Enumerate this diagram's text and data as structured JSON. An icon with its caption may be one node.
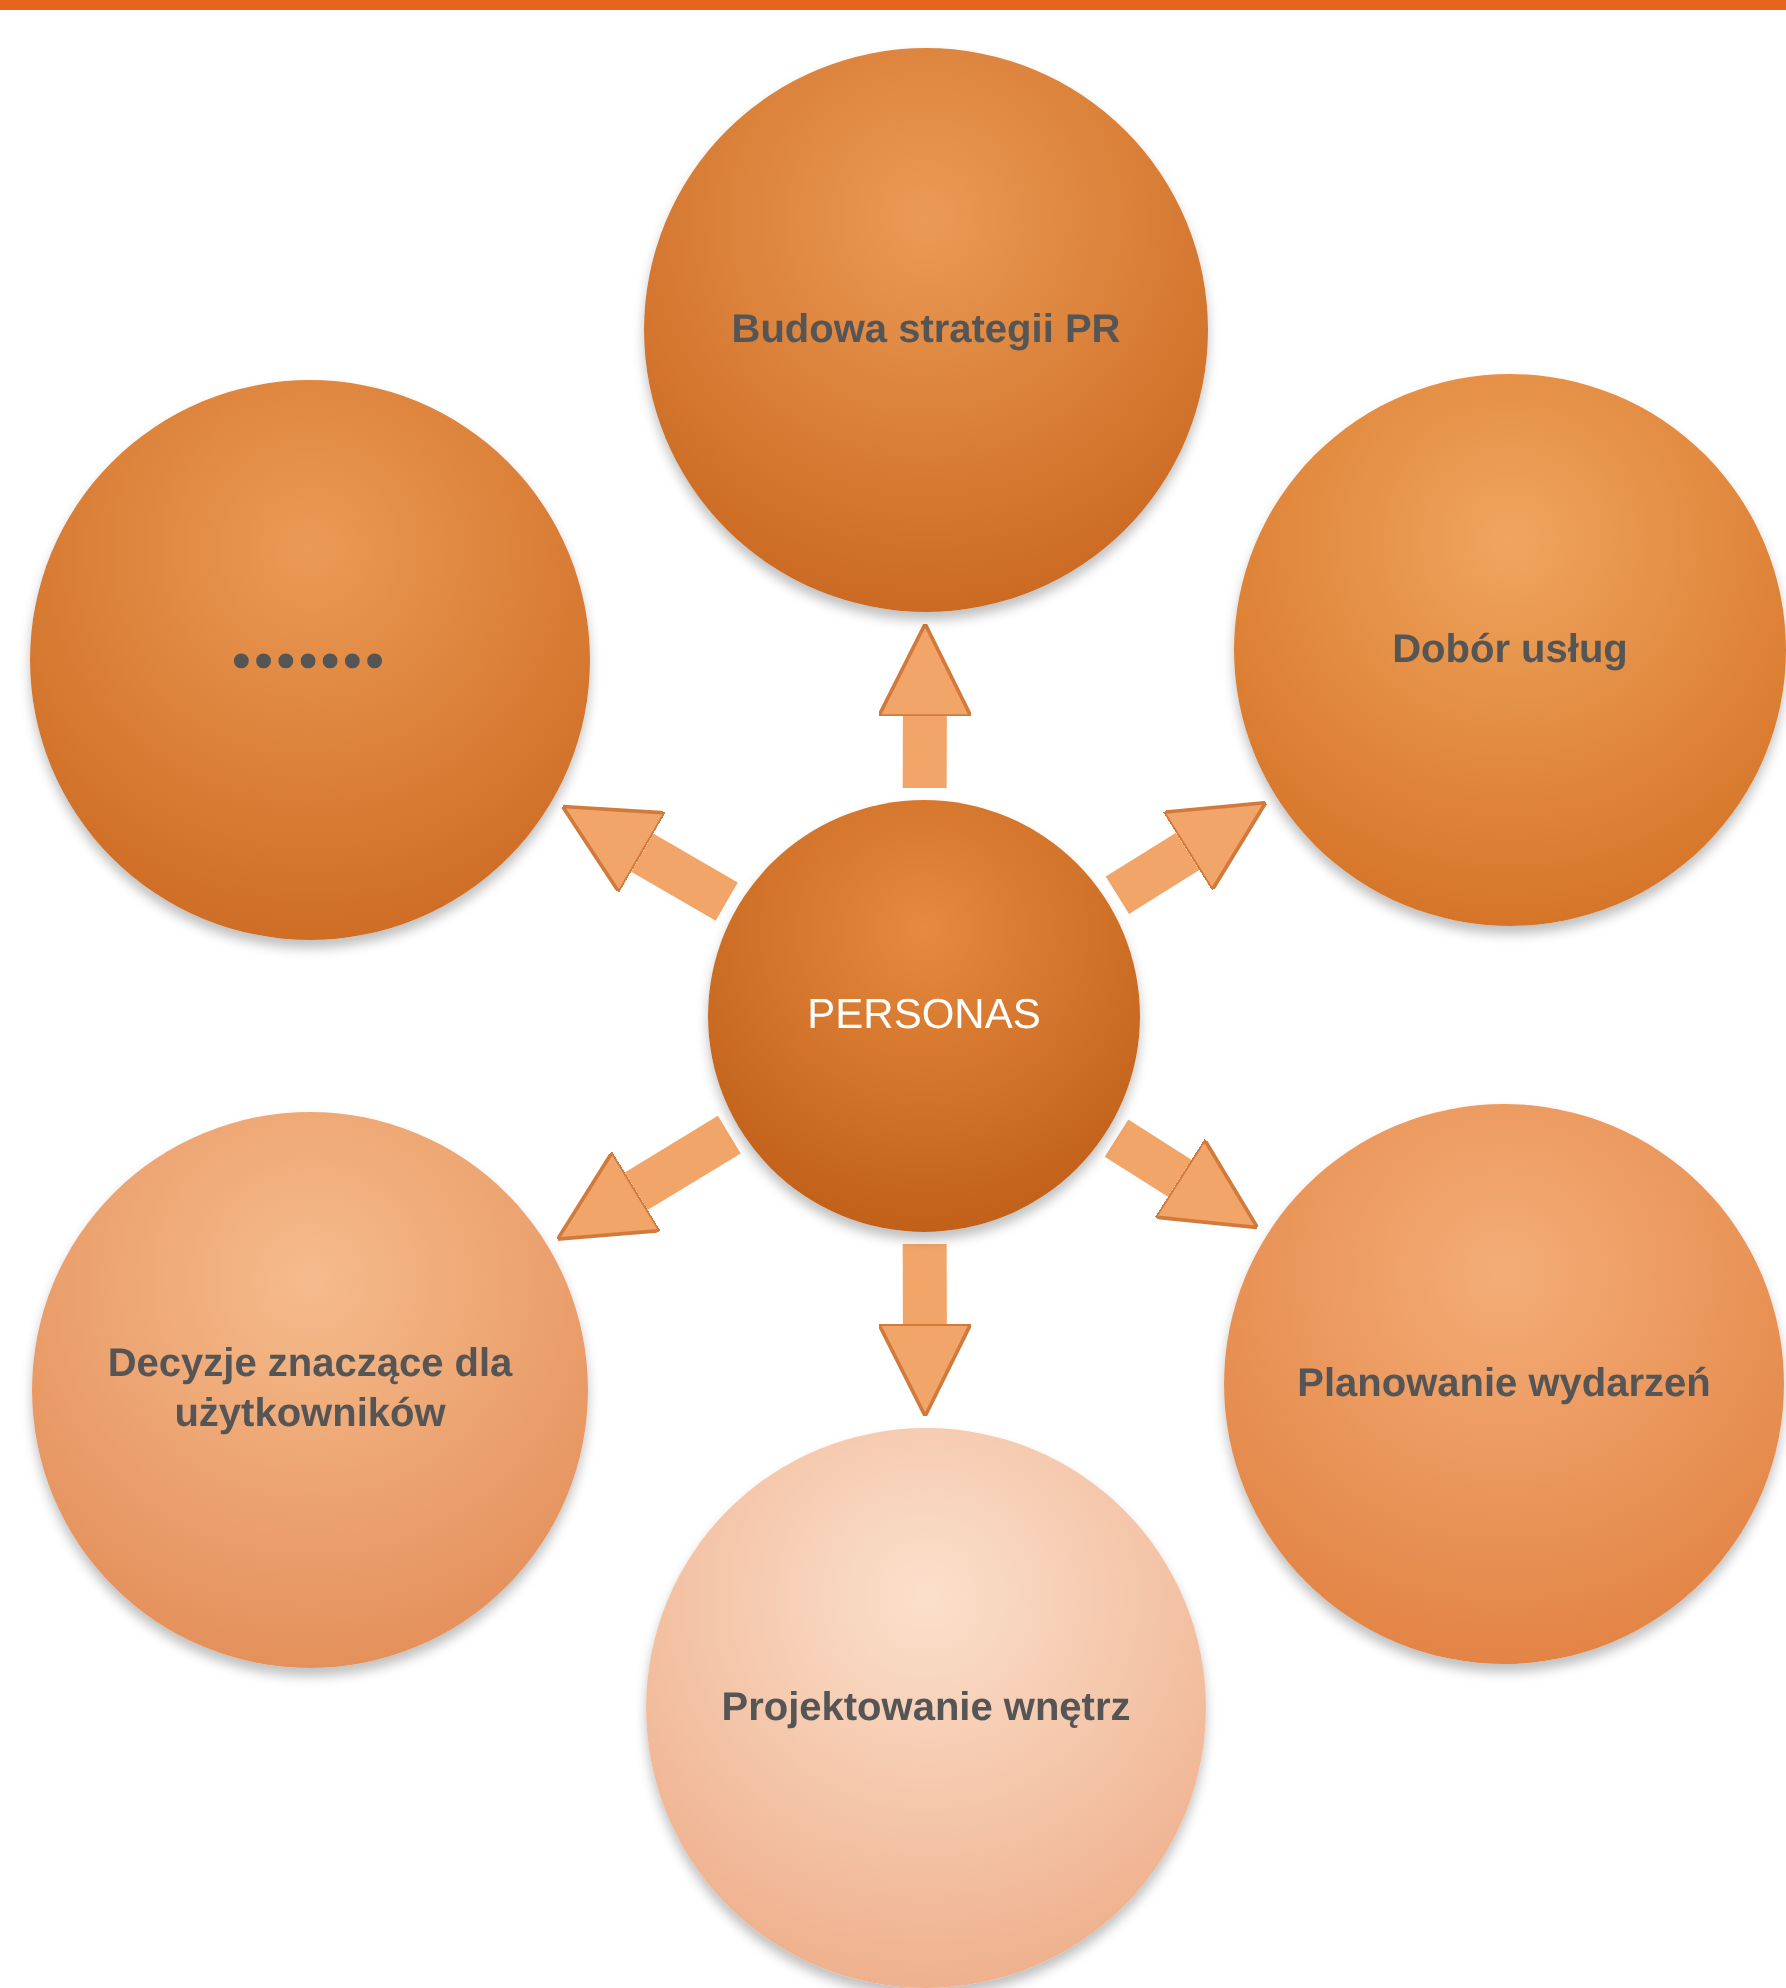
{
  "diagram": {
    "nodes": [
      {
        "text": [
          "Budowa strategii PR"
        ]
      },
      {
        "text": [
          "•••••••"
        ]
      },
      {
        "text": [
          "Dobór usług"
        ]
      },
      {
        "text": [
          "PERSONAS"
        ]
      },
      {
        "text": [
          "Decyzje znaczące dla użytkowników"
        ]
      },
      {
        "text": [
          "Planowanie wydarzeń"
        ]
      },
      {
        "text": [
          "Projektowanie wnętrz"
        ]
      }
    ],
    "edges": [
      {
        "from": 3,
        "to": 0,
        "arrow": "to"
      },
      {
        "from": 3,
        "to": 1,
        "arrow": "to"
      },
      {
        "from": 3,
        "to": 2,
        "arrow": "to"
      },
      {
        "from": 3,
        "to": 4,
        "arrow": "to"
      },
      {
        "from": 3,
        "to": 5,
        "arrow": "to"
      },
      {
        "from": 3,
        "to": 6,
        "arrow": "to"
      }
    ]
  }
}
